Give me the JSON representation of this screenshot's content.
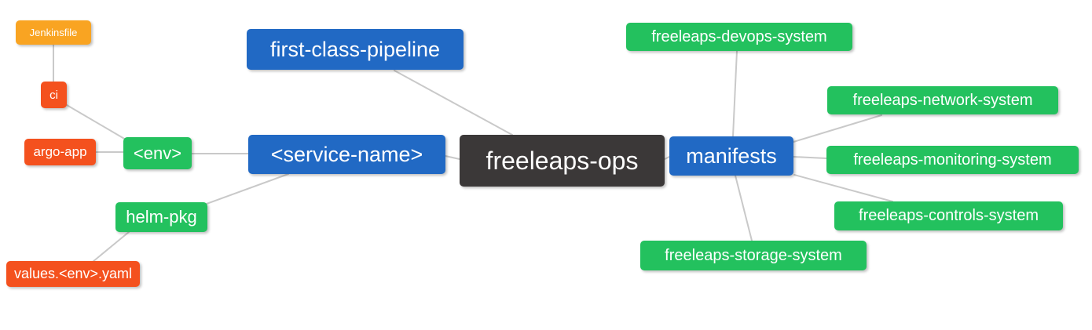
{
  "palette": {
    "blue": "#2169c4",
    "green": "#23c15e",
    "red": "#f4511e",
    "orange": "#f9a422",
    "dark": "#3b3838",
    "edge": "#c9c9c9",
    "text": "#ffffff",
    "background": "#ffffff"
  },
  "diagram": {
    "type": "mindmap",
    "root_label": "freeleaps-ops",
    "nodes": [
      {
        "id": "jenkinsfile",
        "label": "Jenkinsfile",
        "color": "orange",
        "level": "leaf"
      },
      {
        "id": "ci",
        "label": "ci",
        "color": "red",
        "level": "sub-branch"
      },
      {
        "id": "argo-app",
        "label": "argo-app",
        "color": "red",
        "level": "leaf"
      },
      {
        "id": "env",
        "label": "<env>",
        "color": "green",
        "level": "sub-branch"
      },
      {
        "id": "helm-pkg",
        "label": "helm-pkg",
        "color": "green",
        "level": "sub-branch"
      },
      {
        "id": "values-env-yaml",
        "label": "values.<env>.yaml",
        "color": "red",
        "level": "leaf"
      },
      {
        "id": "first-class-pipeline",
        "label": "first-class-pipeline",
        "color": "blue",
        "level": "branch"
      },
      {
        "id": "service-name",
        "label": "<service-name>",
        "color": "blue",
        "level": "branch"
      },
      {
        "id": "freeleaps-ops",
        "label": "freeleaps-ops",
        "color": "dark",
        "level": "root"
      },
      {
        "id": "manifests",
        "label": "manifests",
        "color": "blue",
        "level": "branch"
      },
      {
        "id": "freeleaps-devops-system",
        "label": "freeleaps-devops-system",
        "color": "green",
        "level": "leaf"
      },
      {
        "id": "freeleaps-network-system",
        "label": "freeleaps-network-system",
        "color": "green",
        "level": "leaf"
      },
      {
        "id": "freeleaps-monitoring-system",
        "label": "freeleaps-monitoring-system",
        "color": "green",
        "level": "leaf"
      },
      {
        "id": "freeleaps-controls-system",
        "label": "freeleaps-controls-system",
        "color": "green",
        "level": "leaf"
      },
      {
        "id": "freeleaps-storage-system",
        "label": "freeleaps-storage-system",
        "color": "green",
        "level": "leaf"
      }
    ],
    "edges": [
      [
        "jenkinsfile",
        "ci"
      ],
      [
        "ci",
        "env"
      ],
      [
        "argo-app",
        "env"
      ],
      [
        "env",
        "service-name"
      ],
      [
        "service-name",
        "helm-pkg"
      ],
      [
        "helm-pkg",
        "values-env-yaml"
      ],
      [
        "first-class-pipeline",
        "freeleaps-ops"
      ],
      [
        "service-name",
        "freeleaps-ops"
      ],
      [
        "freeleaps-ops",
        "manifests"
      ],
      [
        "manifests",
        "freeleaps-devops-system"
      ],
      [
        "manifests",
        "freeleaps-network-system"
      ],
      [
        "manifests",
        "freeleaps-monitoring-system"
      ],
      [
        "manifests",
        "freeleaps-controls-system"
      ],
      [
        "manifests",
        "freeleaps-storage-system"
      ]
    ]
  }
}
